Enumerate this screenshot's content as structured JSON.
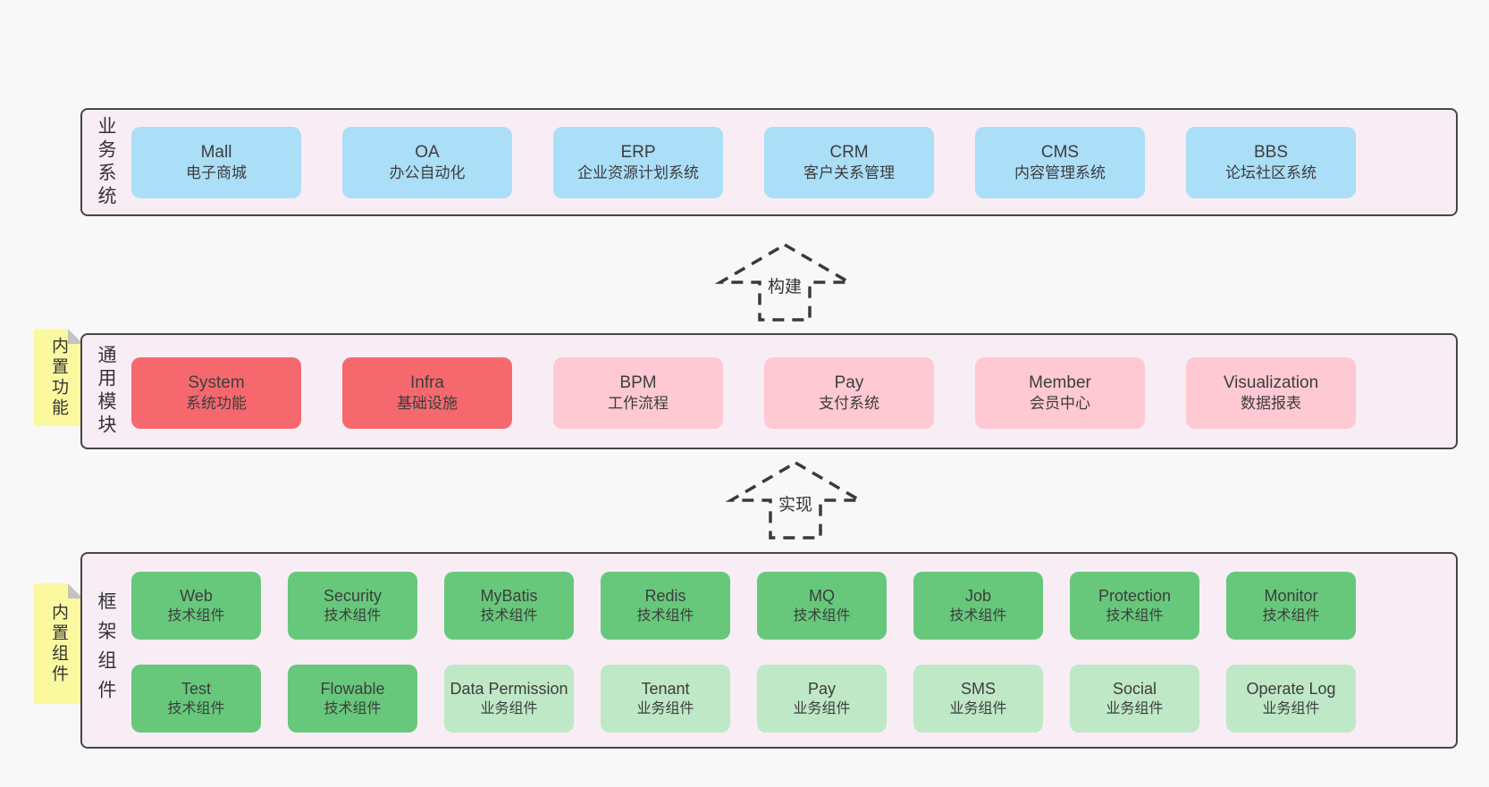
{
  "colors": {
    "pageBg": "#f8f8f8",
    "panelBg": "#f8edf5",
    "panelBorder": "#464646",
    "blue": "#abdef7",
    "red": "#f5696e",
    "pink": "#fec9d3",
    "greenDark": "#67c87b",
    "greenLight": "#bfe8c6",
    "stickyBg": "#fbf9a0",
    "stickyFold": "#c3c3c3",
    "text": "#3d3d3d"
  },
  "arrows": [
    {
      "label": "构建"
    },
    {
      "label": "实现"
    }
  ],
  "sections": [
    {
      "label": "业务系统",
      "rows": [
        [
          {
            "en": "Mall",
            "zh": "电子商城",
            "variant": "blue"
          },
          {
            "en": "OA",
            "zh": "办公自动化",
            "variant": "blue"
          },
          {
            "en": "ERP",
            "zh": "企业资源计划系统",
            "variant": "blue"
          },
          {
            "en": "CRM",
            "zh": "客户关系管理",
            "variant": "blue"
          },
          {
            "en": "CMS",
            "zh": "内容管理系统",
            "variant": "blue"
          },
          {
            "en": "BBS",
            "zh": "论坛社区系统",
            "variant": "blue"
          }
        ]
      ]
    },
    {
      "label": "通用模块",
      "sticky": "内置功能",
      "rows": [
        [
          {
            "en": "System",
            "zh": "系统功能",
            "variant": "red"
          },
          {
            "en": "Infra",
            "zh": "基础设施",
            "variant": "red"
          },
          {
            "en": "BPM",
            "zh": "工作流程",
            "variant": "pink"
          },
          {
            "en": "Pay",
            "zh": "支付系统",
            "variant": "pink"
          },
          {
            "en": "Member",
            "zh": "会员中心",
            "variant": "pink"
          },
          {
            "en": "Visualization",
            "zh": "数据报表",
            "variant": "pink"
          }
        ]
      ]
    },
    {
      "label": "框架组件",
      "sticky": "内置组件",
      "rows": [
        [
          {
            "en": "Web",
            "zh": "技术组件",
            "variant": "greenDark"
          },
          {
            "en": "Security",
            "zh": "技术组件",
            "variant": "greenDark"
          },
          {
            "en": "MyBatis",
            "zh": "技术组件",
            "variant": "greenDark"
          },
          {
            "en": "Redis",
            "zh": "技术组件",
            "variant": "greenDark"
          },
          {
            "en": "MQ",
            "zh": "技术组件",
            "variant": "greenDark"
          },
          {
            "en": "Job",
            "zh": "技术组件",
            "variant": "greenDark"
          },
          {
            "en": "Protection",
            "zh": "技术组件",
            "variant": "greenDark"
          },
          {
            "en": "Monitor",
            "zh": "技术组件",
            "variant": "greenDark"
          }
        ],
        [
          {
            "en": "Test",
            "zh": "技术组件",
            "variant": "greenDark"
          },
          {
            "en": "Flowable",
            "zh": "技术组件",
            "variant": "greenDark"
          },
          {
            "en": "Data Permission",
            "zh": "业务组件",
            "variant": "greenLight"
          },
          {
            "en": "Tenant",
            "zh": "业务组件",
            "variant": "greenLight"
          },
          {
            "en": "Pay",
            "zh": "业务组件",
            "variant": "greenLight"
          },
          {
            "en": "SMS",
            "zh": "业务组件",
            "variant": "greenLight"
          },
          {
            "en": "Social",
            "zh": "业务组件",
            "variant": "greenLight"
          },
          {
            "en": "Operate Log",
            "zh": "业务组件",
            "variant": "greenLight"
          }
        ]
      ]
    }
  ]
}
